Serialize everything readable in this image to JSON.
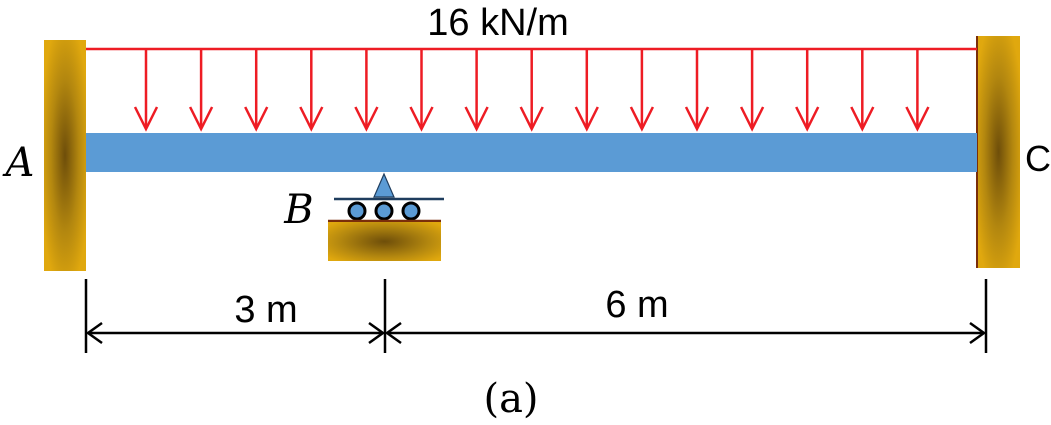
{
  "load": {
    "label": "16 kN/m",
    "color": "#ee1c24"
  },
  "supports": {
    "left_label": "A",
    "middle_label": "B",
    "right_label": "C"
  },
  "dimensions": [
    {
      "label": "3 m"
    },
    {
      "label": "6 m"
    }
  ],
  "caption": "(a)",
  "colors": {
    "beam": "#5b9bd5",
    "wall": "#c89a17",
    "wall_dark": "#6e4e0a",
    "roller": "#5b9bd5",
    "line": "#000000"
  }
}
